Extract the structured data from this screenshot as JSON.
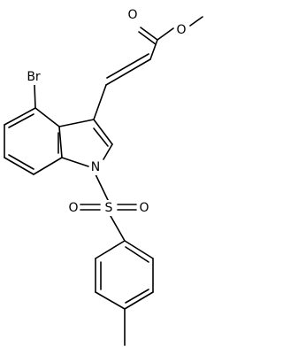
{
  "molecule": {
    "atoms": {
      "o_carbonyl": "O",
      "o_ester": "O",
      "bromine": "Br",
      "nitrogen": "N",
      "sulfur": "S",
      "o_sulfonyl_left": "O",
      "o_sulfonyl_right": "O"
    }
  }
}
